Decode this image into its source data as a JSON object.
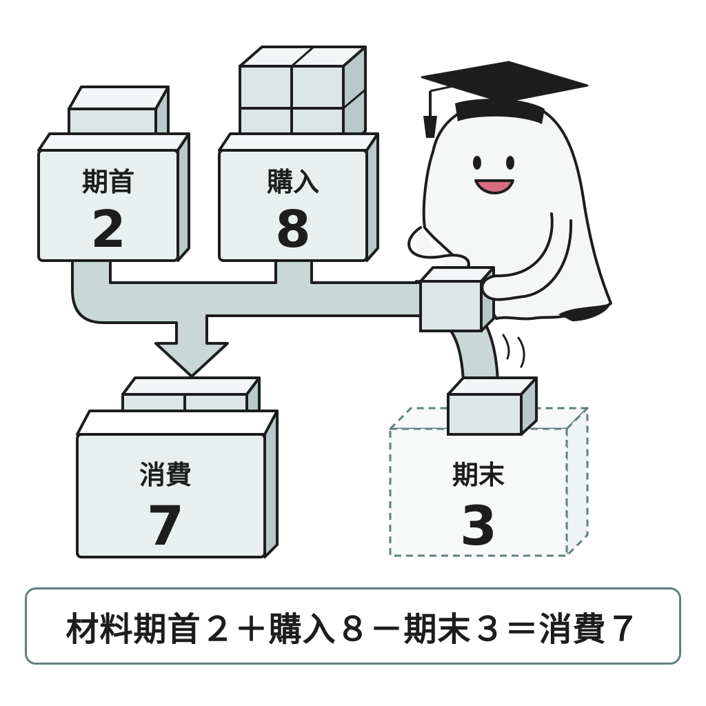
{
  "boxes": {
    "beginning": {
      "label": "期首",
      "value": "2"
    },
    "purchase": {
      "label": "購入",
      "value": "8"
    },
    "consumed": {
      "label": "消費",
      "value": "7"
    },
    "ending": {
      "label": "期末",
      "value": "3"
    }
  },
  "formula": "材料期首２＋購入８－期末３＝消費７",
  "colors": {
    "box_fill": "#e9efef",
    "block_fill": "#dde6e6",
    "pipe_fill": "#c9d7d7",
    "outline": "#1d1d1d",
    "dashed_outline": "#5f7f80",
    "formula_border": "#5f7f80",
    "mouth": "#d86a83"
  },
  "icons": [
    "graduation-cap-icon",
    "ghost-character",
    "arrow-down-icon",
    "crate-icon"
  ]
}
